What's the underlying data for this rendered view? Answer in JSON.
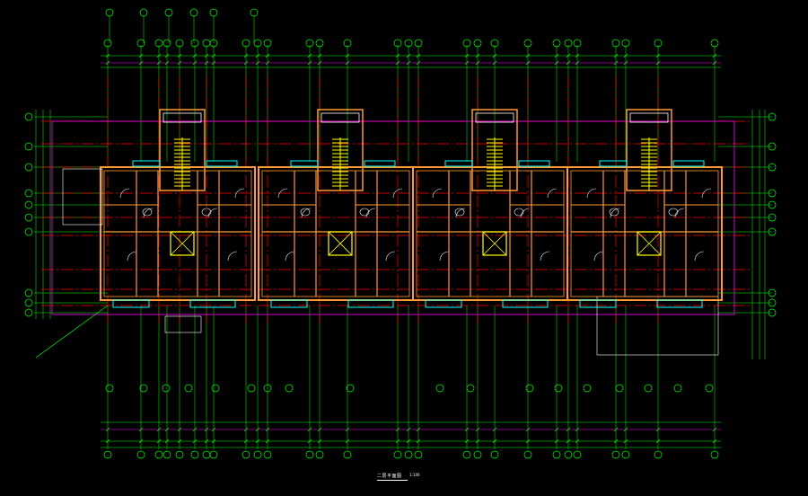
{
  "drawing": {
    "title": "二层平面图",
    "scale": "1:100"
  },
  "colors": {
    "background": "#000000",
    "grid_axis": "#00ff00",
    "centerline": "#ff0000",
    "dimension": "#ff00ff",
    "wall": "#ff9933",
    "stair": "#ffff00",
    "window": "#00ffff",
    "text": "#ffffff"
  },
  "icons": [
    "axis-bubble-icon",
    "elevator-shaft-icon",
    "stair-icon",
    "north-leader-icon"
  ],
  "units": [
    {
      "name": "unit-1"
    },
    {
      "name": "unit-2"
    },
    {
      "name": "unit-3"
    },
    {
      "name": "unit-4"
    }
  ]
}
